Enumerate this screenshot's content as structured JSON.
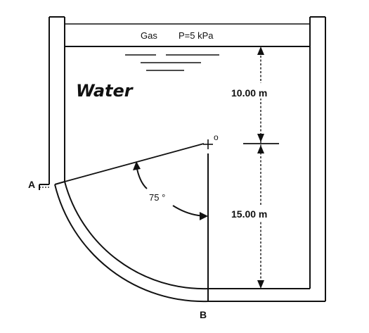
{
  "gas_label": "Gas",
  "pressure_label": "P=5 kPa",
  "fluid_label": "Water",
  "point_a": "A",
  "point_b": "B",
  "point_o": "o",
  "angle_label": "75 °",
  "upper_depth_label": "10.00 m",
  "lower_depth_label": "15.00 m",
  "colors": {
    "ink": "#111111",
    "background": "#ffffff"
  }
}
